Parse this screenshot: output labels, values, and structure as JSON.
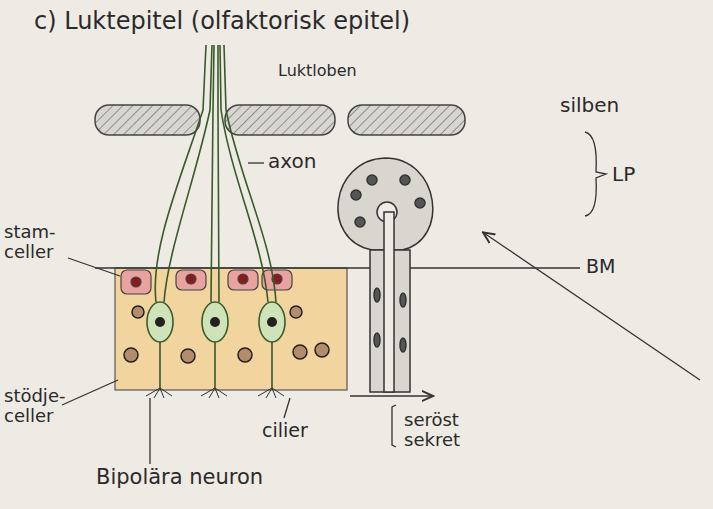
{
  "diagram": {
    "title": "c) Luktepitel (olfaktorisk epitel)",
    "labels": [
      "Luktloben",
      "silben",
      "axon",
      "LP",
      "BM",
      "stam- celler",
      "stödje- celler",
      "cilier",
      "Bipolära neuron",
      "seröst sekret"
    ]
  }
}
